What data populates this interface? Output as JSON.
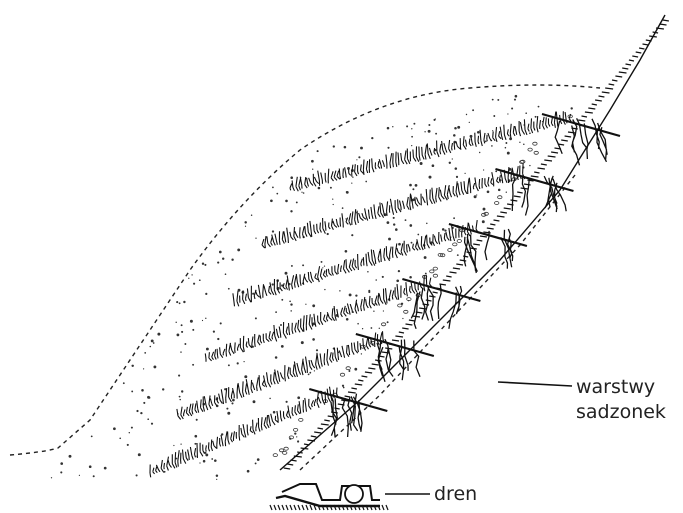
{
  "labels": {
    "layers_line1": "warstwy",
    "layers_line2": "sadzonek",
    "drain": "dren"
  },
  "colors": {
    "ink": "#111111",
    "background": "#ffffff"
  },
  "content": {
    "planting_layers": 6
  }
}
